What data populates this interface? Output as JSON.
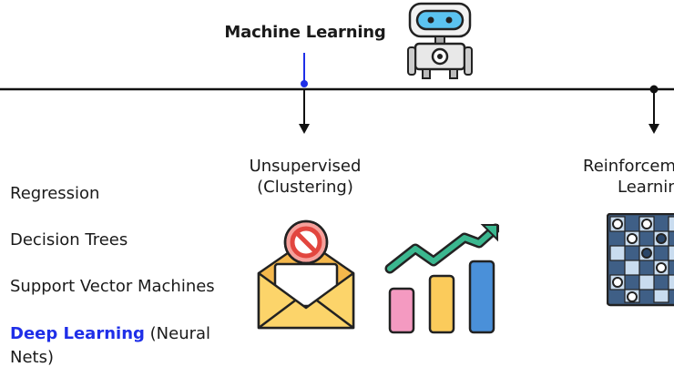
{
  "title": "Machine Learning",
  "supervised_list": [
    {
      "label": "Regression"
    },
    {
      "label": "Decision Trees"
    },
    {
      "label": "Support Vector Machines"
    }
  ],
  "deep_learning": {
    "highlight": "Deep Learning",
    "rest": " (Neural Nets)"
  },
  "branches": {
    "unsupervised": {
      "line1": "Unsupervised",
      "line2": "(Clustering)"
    },
    "reinforcement": {
      "line1": "Reinforcement",
      "line2": "Learning"
    }
  },
  "colors": {
    "accent_blue": "#1f2fe8",
    "axis": "#111111",
    "envelope": "#fcd46a",
    "no_sign": "#e2463f",
    "bar_pink": "#f49ac1",
    "bar_yellow": "#fbcb5b",
    "bar_blue": "#4a90d9",
    "trend_arrow": "#3bb78f",
    "board_dark": "#3f5f86",
    "board_light": "#c9dcef"
  },
  "icons": [
    "robot-icon",
    "no-spam-envelope-icon",
    "growth-chart-icon",
    "checkers-board-icon"
  ]
}
